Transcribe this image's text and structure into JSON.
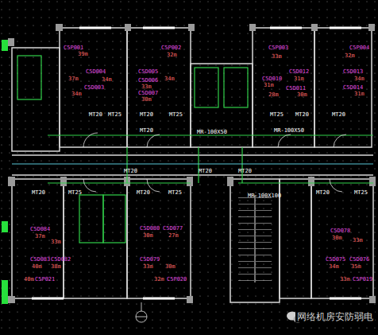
{
  "diagram": {
    "labels": [
      "C5P001",
      "39m",
      "C5D004",
      "37m",
      "34m",
      "C5D003",
      "34m",
      "MT20",
      "MT25",
      "C5P002",
      "32m",
      "C5D005",
      "34m",
      "C5D006",
      "33m",
      "C5D007",
      "30m",
      "MT20",
      "MT25",
      "C5P003",
      "33m",
      "C5D012",
      "31m",
      "C5D010",
      "31m",
      "C5D011",
      "28m",
      "30m",
      "MT25",
      "MT20",
      "C5P004",
      "32m",
      "C5D013",
      "34m",
      "C5D014",
      "31m",
      "MT20",
      "MT20",
      "MR-100X50",
      "MR-100X50",
      "MT20",
      "MT20",
      "MT20",
      "MR-100X100",
      "MT20",
      "MT25",
      "C5D084",
      "37m",
      "33m",
      "C5D083",
      "40m",
      "C5D082",
      "38m",
      "40m",
      "C5P021",
      "MT20",
      "MT25",
      "C5D080",
      "30m",
      "C5D077",
      "27m",
      "C5D079",
      "33m",
      "30m",
      "32m",
      "C5P020",
      "MT20",
      "MT25",
      "C5D078",
      "30m",
      "33m",
      "C5D075",
      "C5D076",
      "34m",
      "35m",
      "33m",
      "C5P019",
      "网络机房安防弱电"
    ]
  }
}
